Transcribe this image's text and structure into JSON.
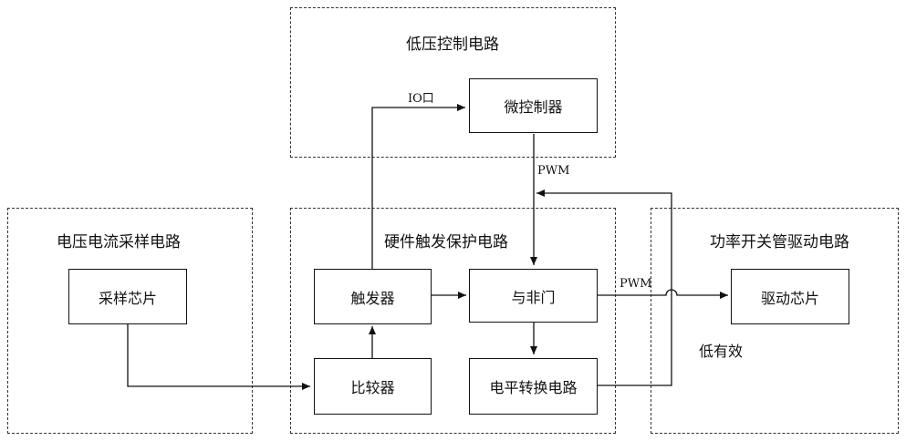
{
  "regions": {
    "low_voltage_control": {
      "title": "低压控制电路"
    },
    "sampling": {
      "title": "电压电流采样电路"
    },
    "hardware_protection": {
      "title": "硬件触发保护电路"
    },
    "driver": {
      "title": "功率开关管驱动电路"
    }
  },
  "blocks": {
    "microcontroller": "微控制器",
    "sampling_chip": "采样芯片",
    "trigger": "触发器",
    "nand_gate": "与非门",
    "comparator": "比较器",
    "level_shifter": "电平转换电路",
    "driver_chip": "驱动芯片"
  },
  "signals": {
    "io_port": "IO口",
    "pwm_in": "PWM",
    "pwm_out": "PWM",
    "active_low": "低有效"
  }
}
